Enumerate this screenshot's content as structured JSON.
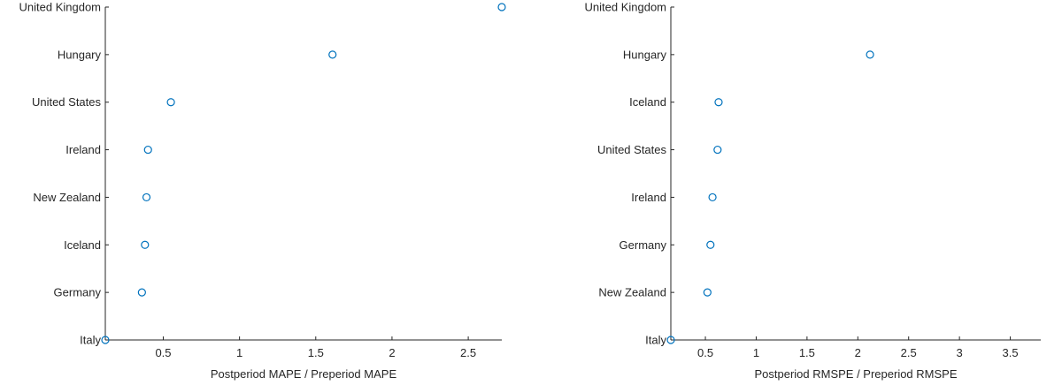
{
  "chart_data": [
    {
      "type": "scatter",
      "orientation": "horizontal-dot",
      "xlabel": "Postperiod MAPE / Preperiod MAPE",
      "ylabel": "",
      "xlim": [
        0.12,
        2.72
      ],
      "xticks": [
        "0.5",
        "1",
        "1.5",
        "2",
        "2.5"
      ],
      "xtick_values": [
        0.5,
        1,
        1.5,
        2,
        2.5
      ],
      "categories": [
        "United Kingdom",
        "Hungary",
        "United States",
        "Ireland",
        "New Zealand",
        "Iceland",
        "Germany",
        "Italy"
      ],
      "values": [
        2.72,
        1.61,
        0.55,
        0.4,
        0.39,
        0.38,
        0.36,
        0.12
      ],
      "marker_color": "#0072BD",
      "grid": false
    },
    {
      "type": "scatter",
      "orientation": "horizontal-dot",
      "xlabel": "Postperiod RMSPE / Preperiod RMSPE",
      "ylabel": "",
      "xlim": [
        0.16,
        3.8
      ],
      "xticks": [
        "0.5",
        "1",
        "1.5",
        "2",
        "2.5",
        "3",
        "3.5"
      ],
      "xtick_values": [
        0.5,
        1,
        1.5,
        2,
        2.5,
        3,
        3.5
      ],
      "categories": [
        "United Kingdom",
        "Hungary",
        "Iceland",
        "United States",
        "Ireland",
        "Germany",
        "New Zealand",
        "Italy"
      ],
      "values": [
        null,
        2.12,
        0.63,
        0.62,
        0.57,
        0.55,
        0.52,
        0.16
      ],
      "marker_color": "#0072BD",
      "grid": false
    }
  ]
}
